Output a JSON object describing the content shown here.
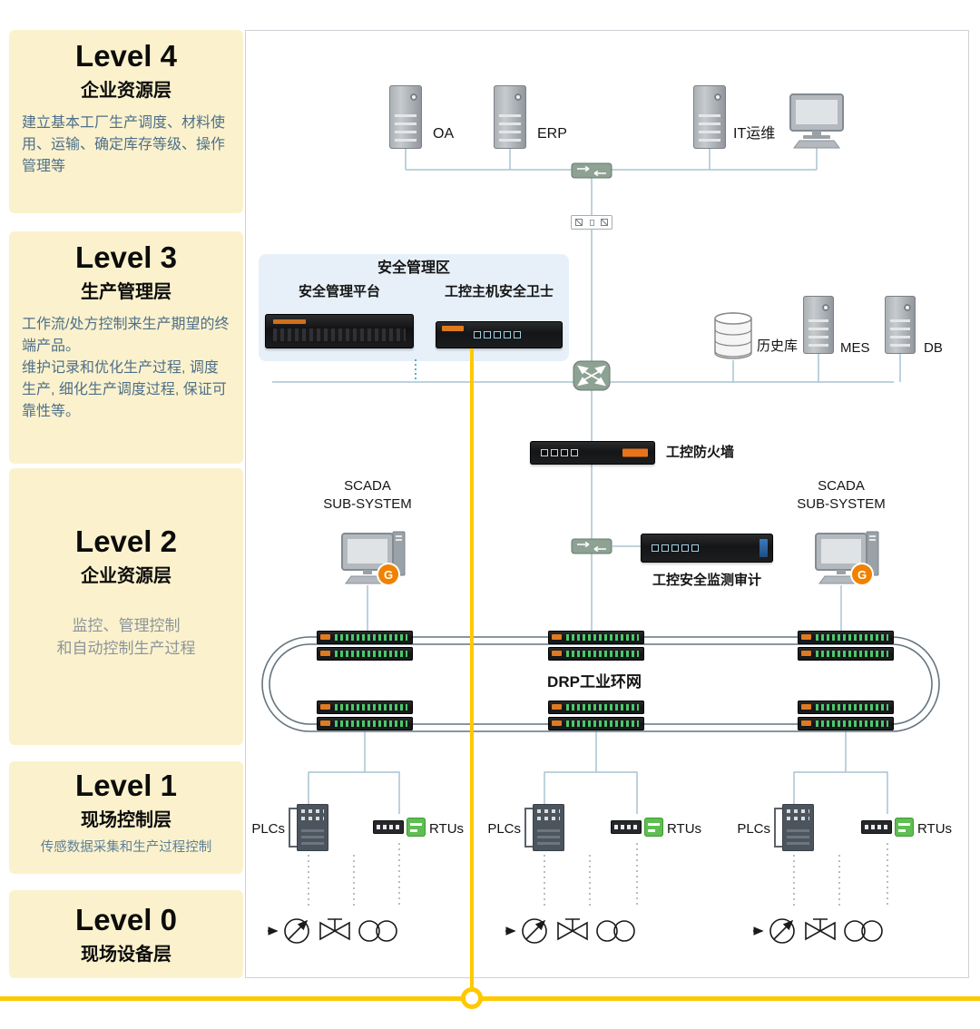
{
  "palette": {
    "yellow": "#ffc800",
    "card_bg": "#fbf2cd",
    "zone_bg": "#e7f0f9",
    "wire": "#a9c3d2",
    "accent_orange": "#ef8200",
    "port_green": "#49c96a"
  },
  "levels": [
    {
      "title": "Level 4",
      "subtitle": "企业资源层",
      "description": "建立基本工厂生产调度、材料使用、运输、确定库存等级、操作管理等"
    },
    {
      "title": "Level 3",
      "subtitle": "生产管理层",
      "description": "工作流/处方控制来生产期望的终端产品。\n维护记录和优化生产过程, 调度生产, 细化生产调度过程, 保证可靠性等。"
    },
    {
      "title": "Level 2",
      "subtitle": "企业资源层",
      "description": "监控、管理控制\n和自动控制生产过程"
    },
    {
      "title": "Level 1",
      "subtitle": "现场控制层",
      "description": "传感数据采集和生产过程控制"
    },
    {
      "title": "Level 0",
      "subtitle": "现场设备层",
      "description": ""
    }
  ],
  "level4": {
    "oa": "OA",
    "erp": "ERP",
    "it_ops": "IT运维"
  },
  "level3": {
    "zone_title": "安全管理区",
    "platform": "安全管理平台",
    "host_guard": "工控主机安全卫士",
    "history_db": "历史库",
    "mes": "MES",
    "db": "DB",
    "firewall": "工控防火墙"
  },
  "level2": {
    "scada": {
      "line1": "SCADA",
      "line2": "SUB-SYSTEM"
    },
    "audit": "工控安全监测审计",
    "ring_label": "DRP工业环网",
    "g_badge": "G"
  },
  "level1": {
    "groups": [
      {
        "plc": "PLCs",
        "rtu": "RTUs"
      },
      {
        "plc": "PLCs",
        "rtu": "RTUs"
      },
      {
        "plc": "PLCs",
        "rtu": "RTUs"
      }
    ]
  }
}
